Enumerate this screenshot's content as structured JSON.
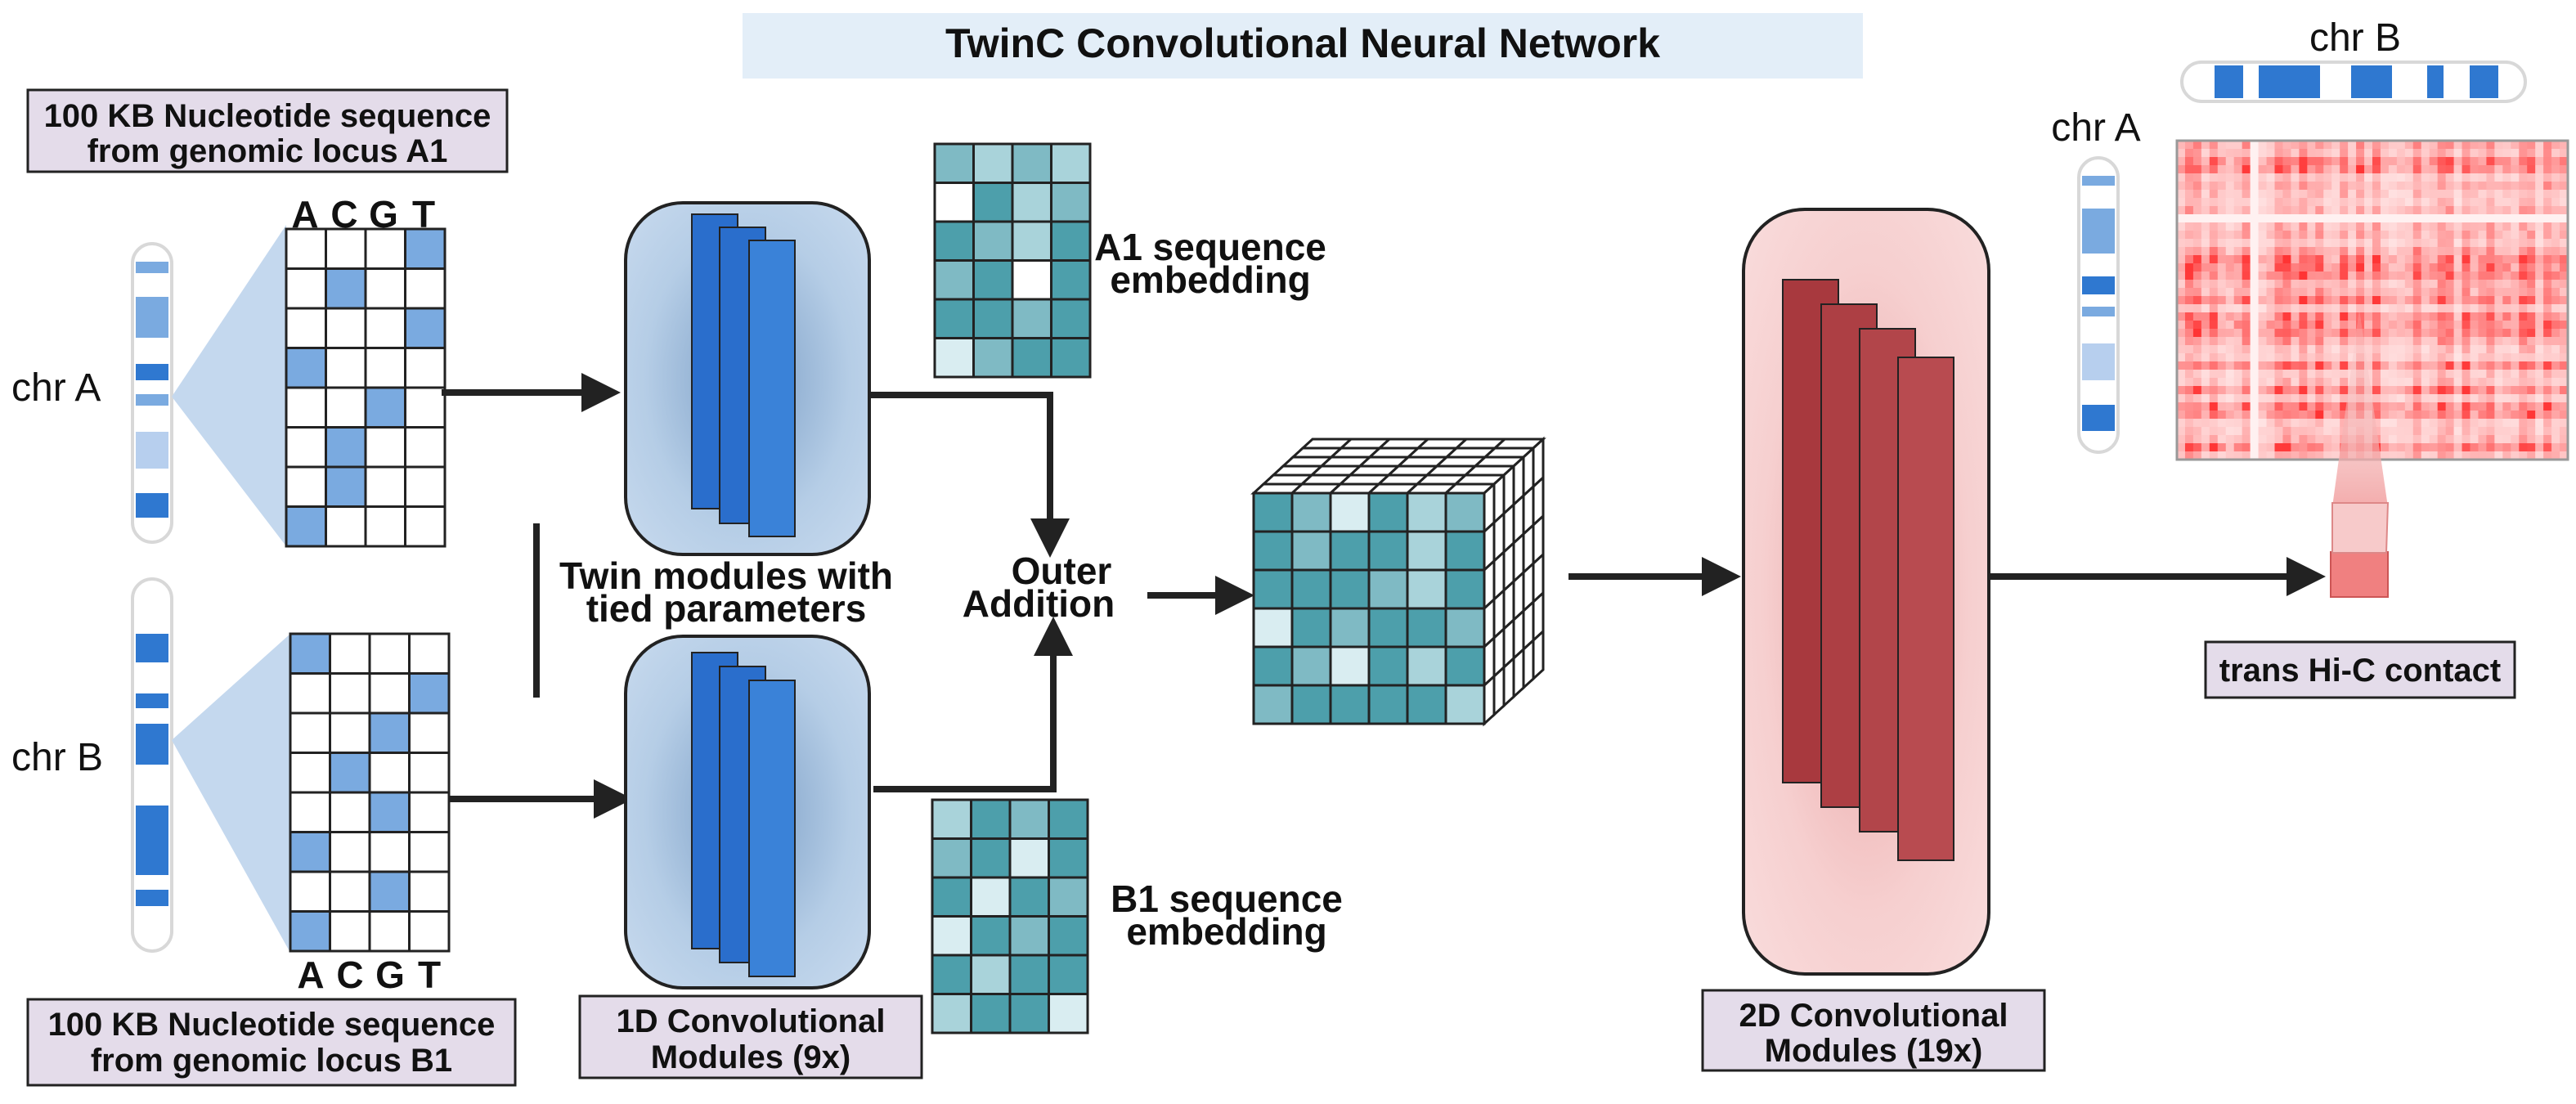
{
  "title": "TwinC Convolutional Neural Network",
  "locus_a1_label": [
    "100 KB Nucleotide sequence",
    "from genomic locus A1"
  ],
  "locus_b1_label": [
    "100 KB Nucleotide sequence",
    "from genomic locus B1"
  ],
  "chr_a": "chr A",
  "chr_b": "chr B",
  "nucleotides": [
    "A",
    "C",
    "G",
    "T"
  ],
  "twin_label": [
    "Twin modules with",
    "tied parameters"
  ],
  "conv1d_label": [
    "1D Convolutional",
    "Modules (9x)"
  ],
  "a1_embedding": [
    "A1 sequence",
    "embedding"
  ],
  "b1_embedding": [
    "B1 sequence",
    "embedding"
  ],
  "outer_addition": [
    "Outer",
    "Addition"
  ],
  "conv2d_label": [
    "2D Convolutional",
    "Modules (19x)"
  ],
  "heatmap_chr_a": "chr A",
  "heatmap_chr_b": "chr B",
  "output_label": "trans Hi-C contact",
  "colors": {
    "blue_light": "#7aaae0",
    "blue_dark": "#2f78d0",
    "teal": "#4d9fab",
    "teal_light": "#a9d3da",
    "red_module": "#b5454b",
    "label_box": "#e4dcea",
    "title_box": "#e3eef8"
  }
}
